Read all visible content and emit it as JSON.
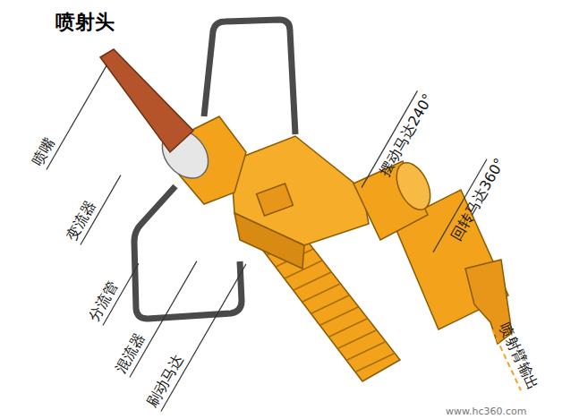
{
  "diagram": {
    "title": "喷射头",
    "labels": [
      "喷嘴",
      "变流器",
      "分流管",
      "混流器",
      "刷动马达",
      "摆动马达240°",
      "回转马达360°",
      "喷射臂输出",
      "www.hc360.com"
    ]
  }
}
